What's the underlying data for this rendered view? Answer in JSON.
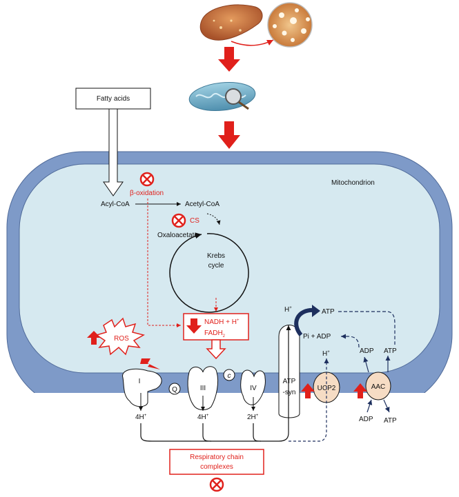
{
  "fatty_acids": "Fatty acids",
  "mitochondrion": "Mitochondrion",
  "beta_oxidation": "β-oxidation",
  "acyl_coa": "Acyl-CoA",
  "acetyl_coa": "Acetyl-CoA",
  "cs": "CS",
  "oxaloacetate": "Oxaloacetate",
  "krebs_line1": "Krebs",
  "krebs_line2": "cycle",
  "nadh": "NADH + H",
  "fadh": "FADH",
  "ros": "ROS",
  "complex_1": "I",
  "complex_q": "Q",
  "complex_3": "III",
  "complex_c": "c",
  "complex_4": "IV",
  "atp_syn_line1": "ATP",
  "atp_syn_line2": "-syn",
  "ucp2": "UCP2",
  "aac": "AAC",
  "h_plus_top": "H",
  "h_plus_ucp": "H",
  "atp_top": "ATP",
  "pi_adp": "Pi + ADP",
  "adp_mid": "ADP",
  "atp_mid": "ATP",
  "adp_bottom": "ADP",
  "atp_bottom": "ATP",
  "h4_1": "4H",
  "h4_2": "4H",
  "h2": "2H",
  "resp_chain_line1": "Respiratory chain",
  "resp_chain_line2": "complexes",
  "colors": {
    "membrane": "#7e9ac8",
    "matrix": "#d6e9f0",
    "red": "#e0201b",
    "navy": "#1d2f5e",
    "carrier_fill": "#f6dcc4"
  },
  "icons": [
    "liver-icon",
    "fatty-liver-icon",
    "mitochondrion-magnifier-icon",
    "inhibit-icon",
    "up-arrow-icon",
    "down-arrow-icon",
    "lightning-icon"
  ]
}
